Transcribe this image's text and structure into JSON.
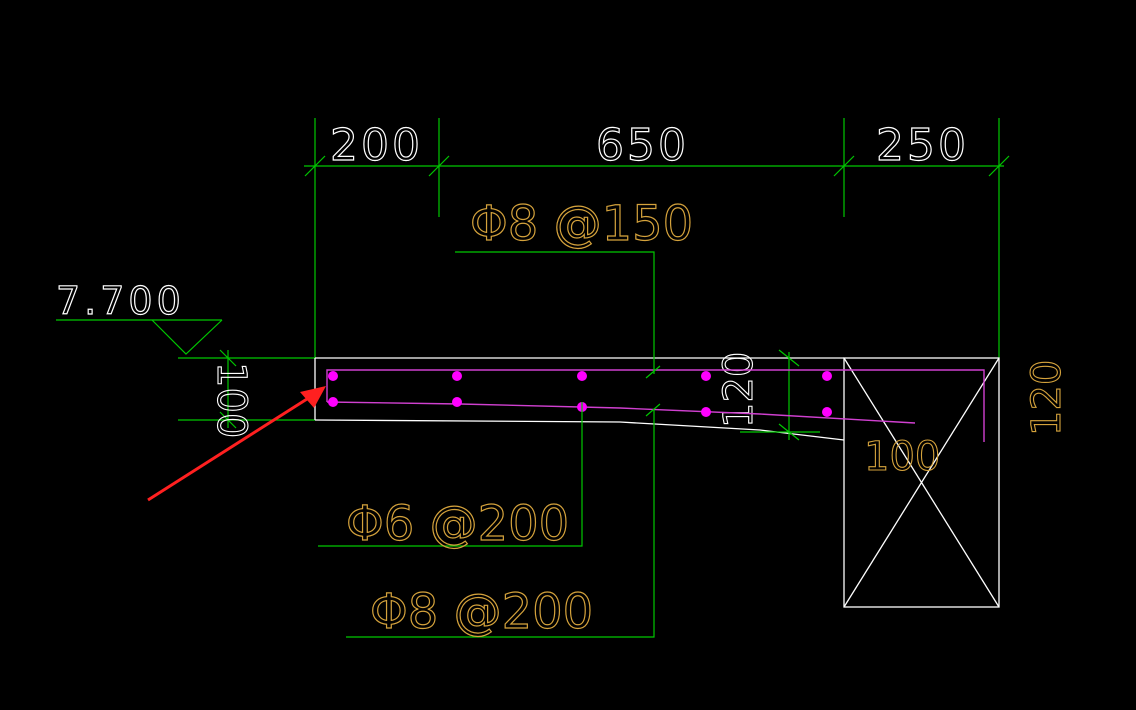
{
  "dimensions": {
    "seg1": "200",
    "seg2": "650",
    "seg3": "250"
  },
  "elevation": "7.700",
  "thickness_left": "100",
  "thickness_mid": "120",
  "thickness_right": "120",
  "beam_dim": "100",
  "rebar": {
    "top": "Φ8 @150",
    "distribution": "Φ6 @200",
    "bottom": "Φ8 @200"
  },
  "colors": {
    "background": "#000000",
    "dimension_lines": "#00c800",
    "outline": "#ffffff",
    "rebar": "#d040d0",
    "rebar_dots": "#ff00ff",
    "label_text": "#d4a23c",
    "arrow": "#ff2020"
  }
}
